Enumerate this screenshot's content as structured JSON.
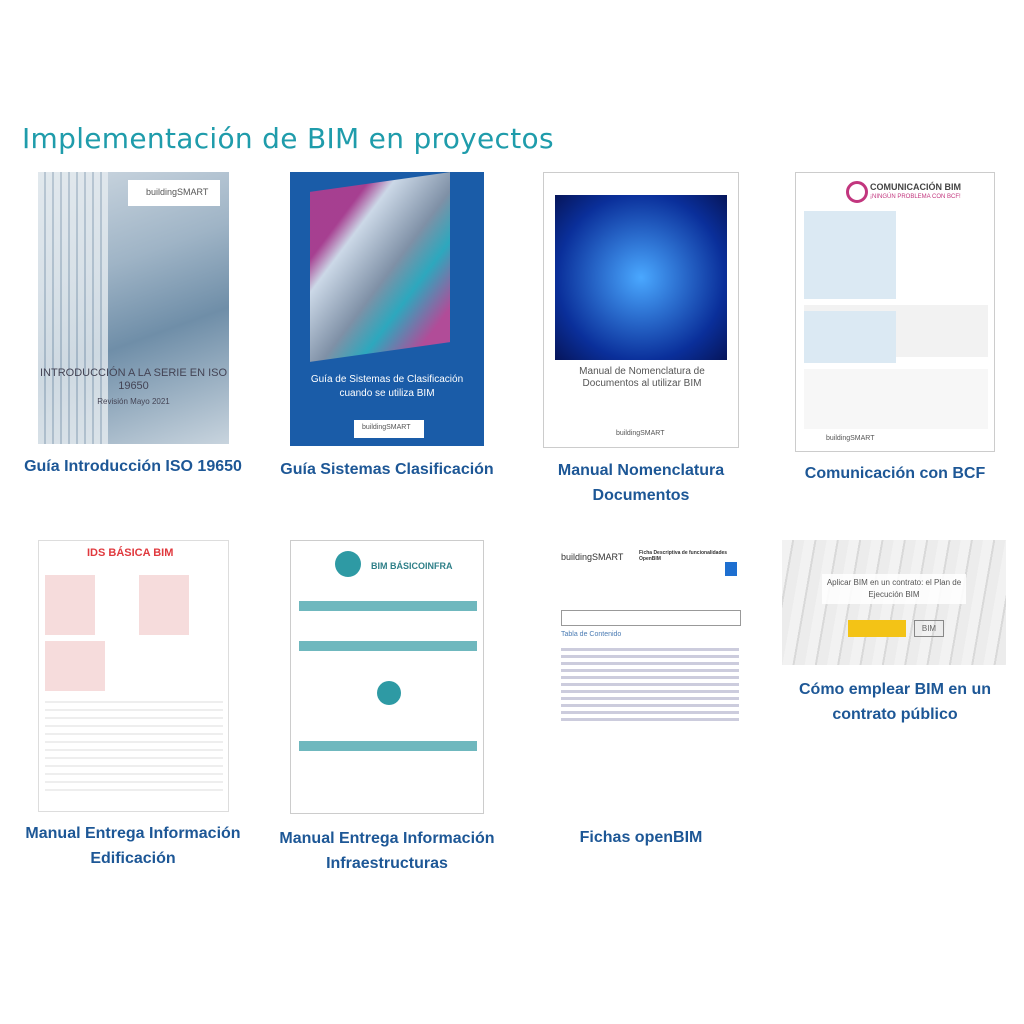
{
  "section_title": "Implementación de BIM en proyectos",
  "colors": {
    "title": "#1f9cab",
    "caption": "#1d5796"
  },
  "items": [
    {
      "caption": "Guía Introducción ISO 19650",
      "cover_title": "INTRODUCCIÓN A LA SERIE EN ISO 19650",
      "cover_sub": "Revisión Mayo 2021",
      "brand": "buildingSMART"
    },
    {
      "caption": "Guía Sistemas Clasificación",
      "cover_title": "Guía de Sistemas de Clasificación",
      "cover_sub": "cuando se utiliza BIM",
      "brand": "buildingSMART"
    },
    {
      "caption": "Manual Nomenclatura Documentos",
      "cover_title": "Manual de Nomenclatura de Documentos al utilizar BIM",
      "brand": "buildingSMART"
    },
    {
      "caption": "Comunicación con BCF",
      "cover_title": "COMUNICACIÓN BIM",
      "cover_sub": "¡NINGÚN PROBLEMA CON BCF!",
      "brand": "buildingSMART"
    },
    {
      "caption": "Manual Entrega Información Edificación",
      "cover_title": "IDS BÁSICA BIM"
    },
    {
      "caption": "Manual Entrega Información Infraestructuras",
      "cover_title": "BIM BÁSICOINFRA"
    },
    {
      "caption": "Fichas openBIM",
      "cover_title": "Ficha Descriptiva de funcionalidades OpenBIM",
      "cover_sub": "Tabla de Contenido",
      "brand": "buildingSMART"
    },
    {
      "caption": "Cómo emplear BIM en un contrato público",
      "cover_title": "Aplicar BIM en un contrato: el Plan de Ejecución BIM",
      "cover_sub": "BIM"
    }
  ]
}
